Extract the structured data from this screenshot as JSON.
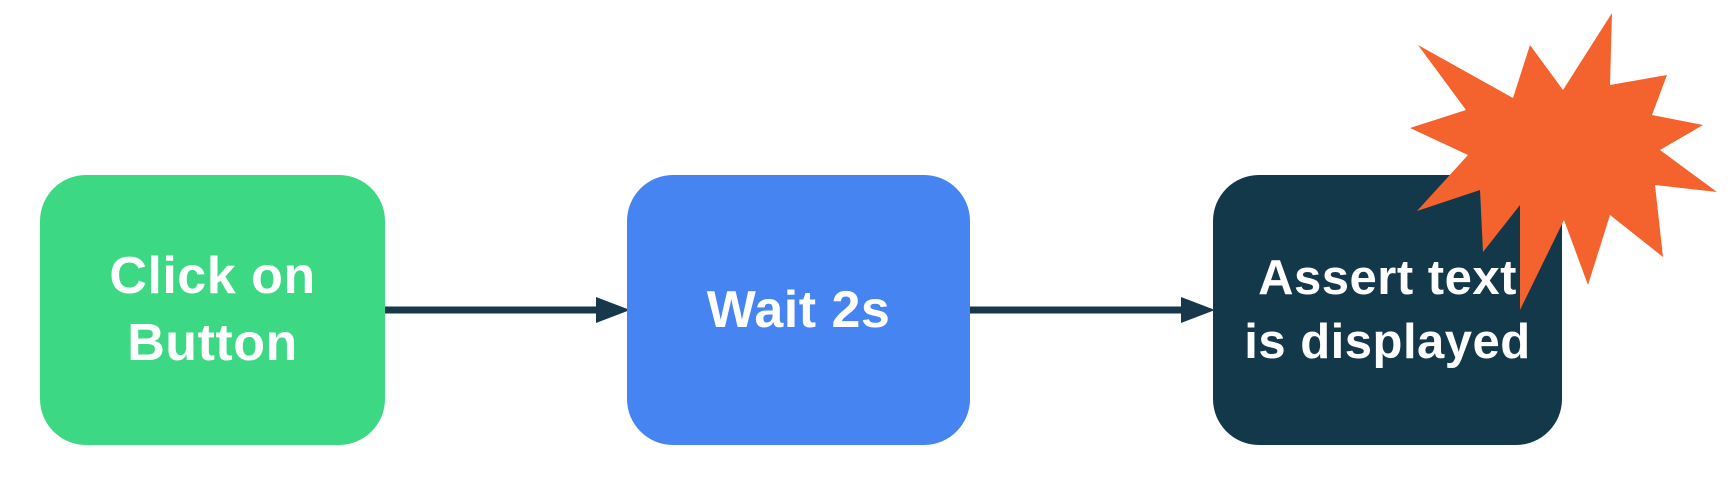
{
  "diagram": {
    "title": "test automation flow",
    "background": "#FFFFFF",
    "nodes": [
      {
        "id": "click-on-button",
        "label": "Click on Button",
        "lines": [
          "Click on",
          "Button"
        ],
        "color": "#3DD884",
        "text_color": "#FFFFFF"
      },
      {
        "id": "wait-2s",
        "label": "Wait 2s",
        "lines": [
          "Wait 2s"
        ],
        "color": "#4684F2",
        "text_color": "#FFFFFF"
      },
      {
        "id": "assert-text-is-displayed",
        "label": "Assert text is displayed",
        "lines": [
          "Assert text",
          "is displayed"
        ],
        "color": "#13384A",
        "text_color": "#FFFFFF"
      }
    ],
    "connectors": [
      {
        "from": "click-on-button",
        "to": "wait-2s"
      },
      {
        "from": "wait-2s",
        "to": "assert-text-is-displayed"
      }
    ],
    "colors": {
      "arrow": "#17384A",
      "star_orange": "#F4622D",
      "node_green": "#3DD884",
      "node_blue": "#4684F2",
      "node_dark": "#13384A"
    }
  }
}
